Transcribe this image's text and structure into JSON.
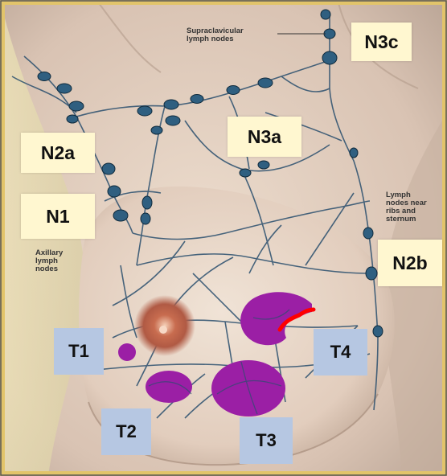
{
  "labels": {
    "supraclavicular": "Supraclavicular\nlymph nodes",
    "axillary": "Axillary\nlymph\nnodes",
    "ribs_sternum": "Lymph\nnodes near\nribs and\nsternum"
  },
  "stages": {
    "n3c": "N3c",
    "n2a": "N2a",
    "n3a": "N3a",
    "n1": "N1",
    "n2b": "N2b",
    "t1": "T1",
    "t2": "T2",
    "t3": "T3",
    "t4": "T4"
  },
  "colors": {
    "frame": "#e2c46a",
    "skin": "#e7d2c2",
    "node": "#2f5f80",
    "vessel": "#2a4f6e",
    "tumor": "#9b1fa5",
    "invasion": "#ff0000",
    "label_n": "#fff7d0",
    "label_t": "#b6c7e2"
  }
}
